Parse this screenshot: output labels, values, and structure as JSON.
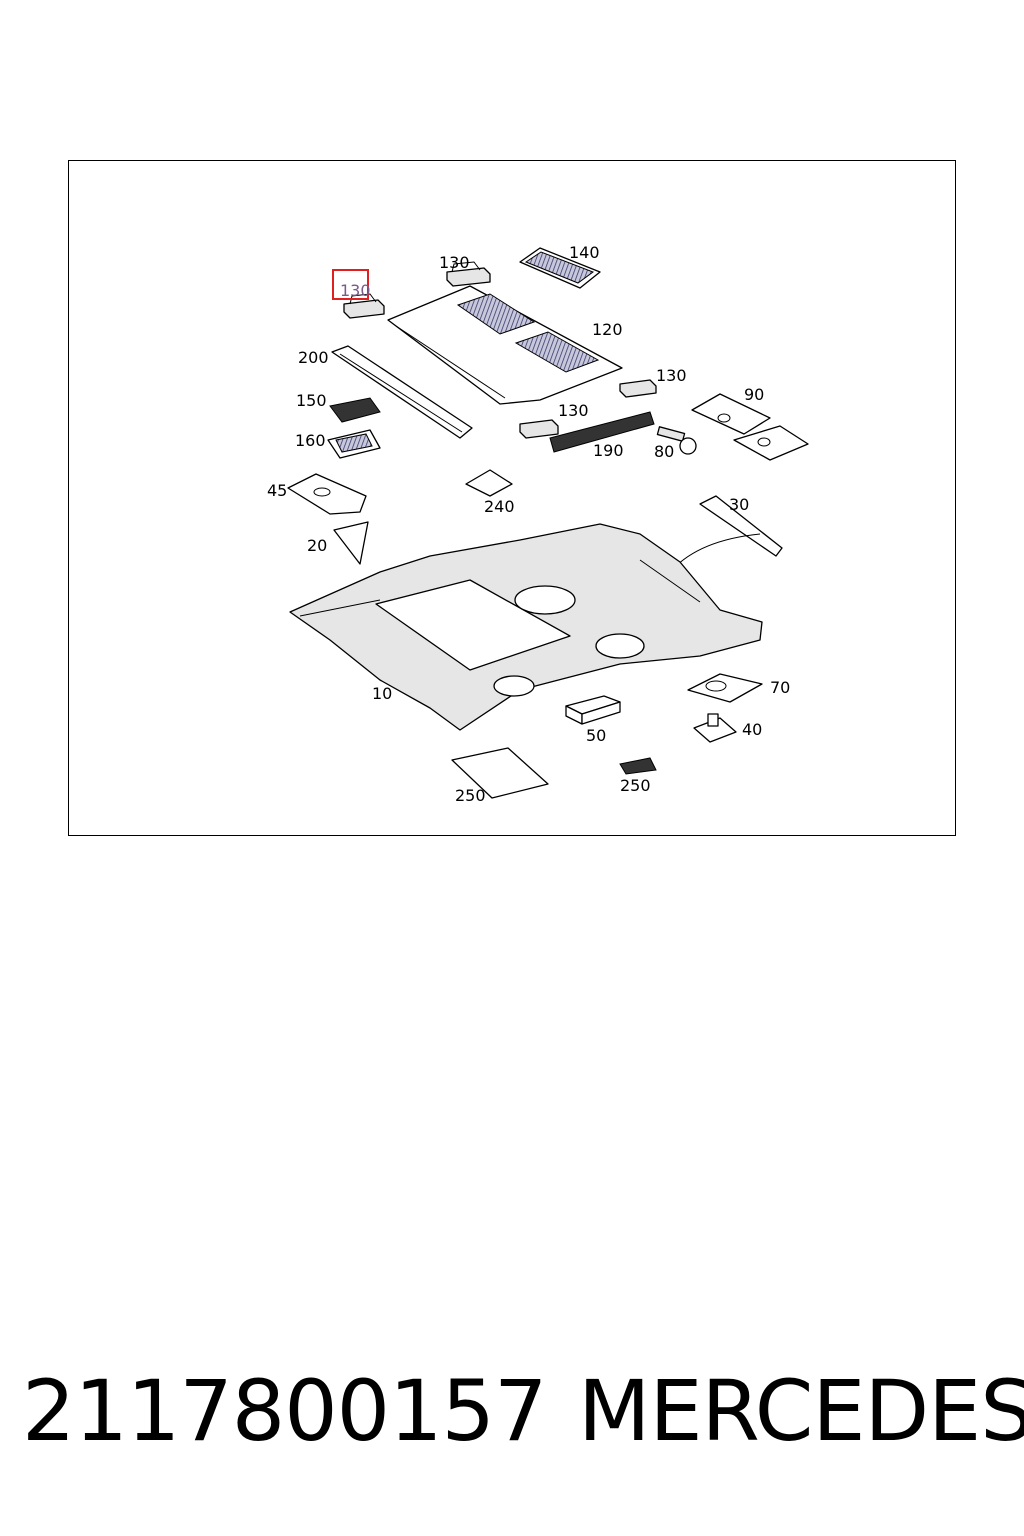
{
  "diagram": {
    "callouts": [
      {
        "id": "c130a",
        "text": "130",
        "highlighted": true
      },
      {
        "id": "c130b",
        "text": "130"
      },
      {
        "id": "c140",
        "text": "140"
      },
      {
        "id": "c120",
        "text": "120"
      },
      {
        "id": "c200",
        "text": "200"
      },
      {
        "id": "c130c",
        "text": "130"
      },
      {
        "id": "c90",
        "text": "90"
      },
      {
        "id": "c150",
        "text": "150"
      },
      {
        "id": "c130d",
        "text": "130"
      },
      {
        "id": "c160",
        "text": "160"
      },
      {
        "id": "c190",
        "text": "190"
      },
      {
        "id": "c80",
        "text": "80"
      },
      {
        "id": "c45",
        "text": "45"
      },
      {
        "id": "c240",
        "text": "240"
      },
      {
        "id": "c30",
        "text": "30"
      },
      {
        "id": "c20",
        "text": "20"
      },
      {
        "id": "c10",
        "text": "10"
      },
      {
        "id": "c70",
        "text": "70"
      },
      {
        "id": "c40",
        "text": "40"
      },
      {
        "id": "c50",
        "text": "50"
      },
      {
        "id": "c250a",
        "text": "250"
      },
      {
        "id": "c250b",
        "text": "250"
      }
    ],
    "highlight_color": "#e02020"
  },
  "footer": {
    "part_number": "2117800157",
    "brand": "MERCEDES"
  }
}
